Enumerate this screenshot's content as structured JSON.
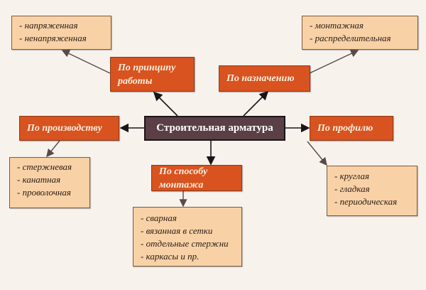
{
  "center": "Строительная арматура",
  "categories": {
    "principle": {
      "label": "По принципу работы",
      "items": [
        "- напряженная",
        "- ненапряженная"
      ]
    },
    "purpose": {
      "label": "По назначению",
      "items": [
        "- монтажная",
        "- распределительная"
      ]
    },
    "production": {
      "label": "По производству",
      "items": [
        "- стержневая",
        "- канатная",
        "- проволочная"
      ]
    },
    "profile": {
      "label": "По профилю",
      "items": [
        "- круглая",
        "- гладкая",
        "- периодическая"
      ]
    },
    "mounting": {
      "label": "По способу монтажа",
      "items": [
        "- сварная",
        "- вязанная в сетки",
        "- отдельные стержни",
        "- каркасы и пр."
      ]
    }
  }
}
